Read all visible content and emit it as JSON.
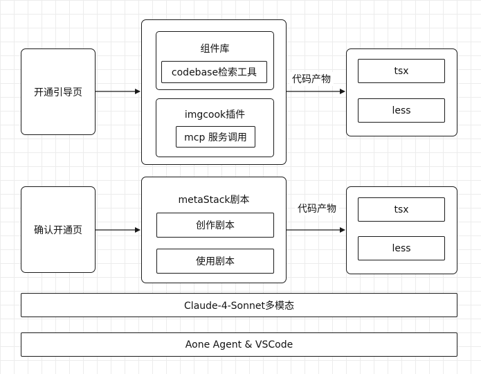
{
  "left": {
    "guide_page": "开通引导页",
    "confirm_page": "确认开通页"
  },
  "top_group": {
    "component_lib": {
      "title": "组件库",
      "search_tool": "codebase检索工具"
    },
    "imgcook_plugin": {
      "title": "imgcook插件",
      "mcp_call": "mcp 服务调用"
    }
  },
  "mid_group": {
    "title": "metaStack剧本",
    "create_script": "创作剧本",
    "use_script": "使用剧本"
  },
  "outputs": {
    "top_label": "代码产物",
    "bottom_label": "代码产物",
    "top_items": [
      "tsx",
      "less"
    ],
    "bottom_items": [
      "tsx",
      "less"
    ]
  },
  "layers": {
    "model": "Claude-4-Sonnet多模态",
    "platform": "Aone Agent & VSCode"
  },
  "colors": {
    "stroke": "#1a1a1a",
    "grid": "#ececec",
    "background": "#ffffff"
  }
}
